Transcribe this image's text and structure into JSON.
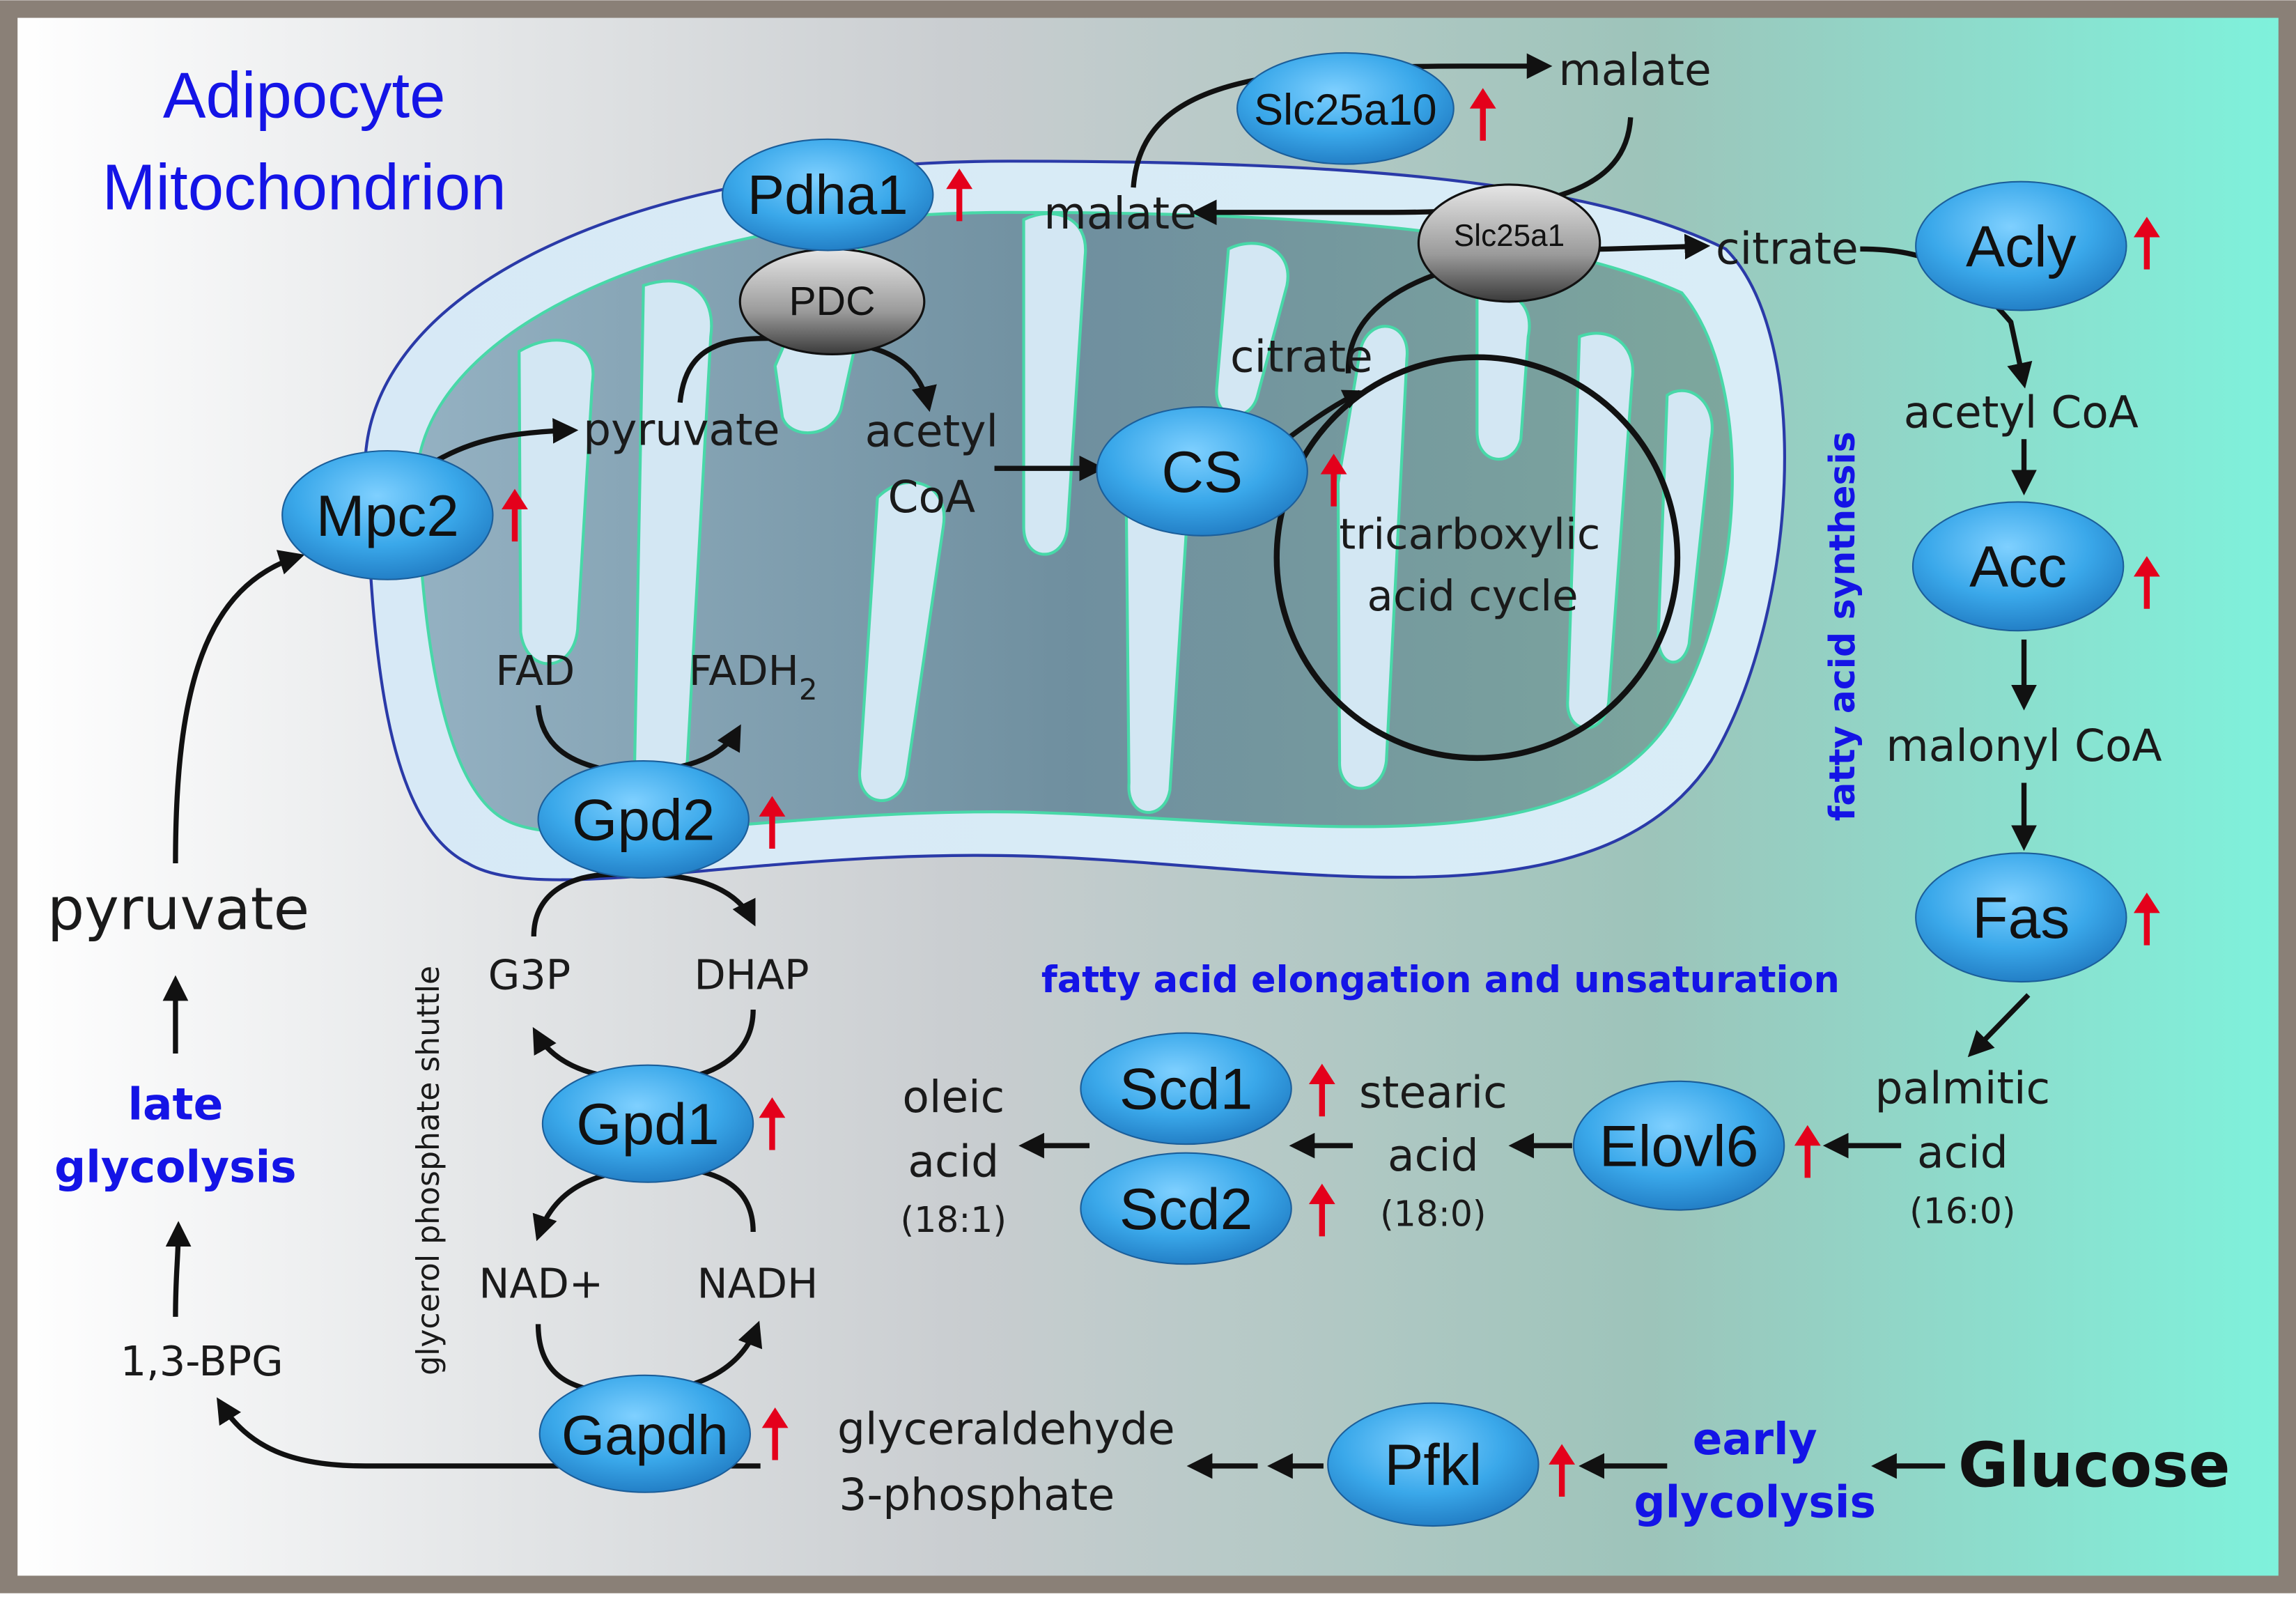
{
  "title": {
    "line1": "Adipocyte",
    "line2": "Mitochondrion"
  },
  "colors": {
    "enzyme_fill": "#3aa8ea",
    "title_blue": "#1414e6",
    "section_blue": "#1414e6",
    "up_arrow": "#e4001b",
    "membrane_outer": "#2a3aa8",
    "cristae_edge": "#48d8a8",
    "frame": "#8a8077",
    "bg_right": "#7ef2dc"
  },
  "enzymes": {
    "pdha1": "Pdha1",
    "slc25a10": "Slc25a10",
    "acly": "Acly",
    "mpc2": "Mpc2",
    "cs": "CS",
    "acc": "Acc",
    "gpd2": "Gpd2",
    "fas": "Fas",
    "scd1": "Scd1",
    "scd2": "Scd2",
    "elovl6": "Elovl6",
    "gpd1": "Gpd1",
    "gapdh": "Gapdh",
    "pfkl": "Pfkl"
  },
  "complexes": {
    "pdc": "PDC",
    "slc25a1": "Slc25a1"
  },
  "metabolites": {
    "malate_out": "malate",
    "malate_in": "malate",
    "citrate_out": "citrate",
    "citrate_in": "citrate",
    "pyruvate_in": "pyruvate",
    "acetyl_coa_in_1": "acetyl",
    "acetyl_coa_in_2": "CoA",
    "tca_1": "tricarboxylic",
    "tca_2": "acid cycle",
    "fad": "FAD",
    "fadh2": "FADH",
    "fadh2_sub": "2",
    "acetyl_coa_out": "acetyl CoA",
    "malonyl_coa": "malonyl CoA",
    "pyruvate_out": "pyruvate",
    "g3p": "G3P",
    "dhap": "DHAP",
    "nad": "NAD+",
    "nadh": "NADH",
    "bpg": "1,3-BPG",
    "gap_1": "glyceraldehyde",
    "gap_2": "3-phosphate",
    "glucose": "Glucose",
    "oleic_1": "oleic",
    "oleic_2": "acid",
    "oleic_3": "(18:1)",
    "stearic_1": "stearic",
    "stearic_2": "acid",
    "stearic_3": "(18:0)",
    "palmitic_1": "palmitic",
    "palmitic_2": "acid",
    "palmitic_3": "(16:0)"
  },
  "sections": {
    "late_1": "late",
    "late_2": "glycolysis",
    "early_1": "early",
    "early_2": "glycolysis",
    "fatty_acid_synthesis": "fatty acid synthesis",
    "elongation": "fatty acid elongation and unsaturation",
    "shuttle": "glycerol phosphate shuttle"
  }
}
